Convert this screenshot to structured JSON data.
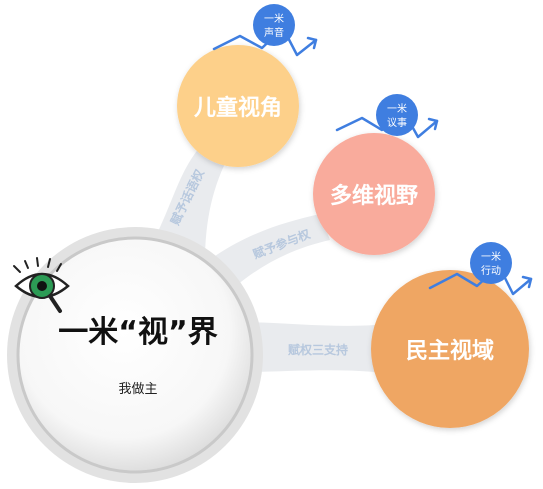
{
  "center": {
    "title": "一米“视”界",
    "subtitle": "我做主",
    "icon": "eye-magnifier-icon"
  },
  "nodes": [
    {
      "label": "儿童视角",
      "color": "#fdd08a",
      "badge": {
        "line1": "一米",
        "line2": "声音"
      }
    },
    {
      "label": "多维视野",
      "color": "#f9ab9c",
      "badge": {
        "line1": "一米",
        "line2": "议事"
      }
    },
    {
      "label": "民主视域",
      "color": "#efa664",
      "badge": {
        "line1": "一米",
        "line2": "行动"
      }
    }
  ],
  "connectors": [
    {
      "label": "赋予话语权"
    },
    {
      "label": "赋予参与权"
    },
    {
      "label": "赋权三支持"
    }
  ],
  "colors": {
    "badge": "#3f7ee0",
    "arrow": "#3f7ee0",
    "connector": "#e9ebee",
    "connector_text": "#b7c8de"
  }
}
